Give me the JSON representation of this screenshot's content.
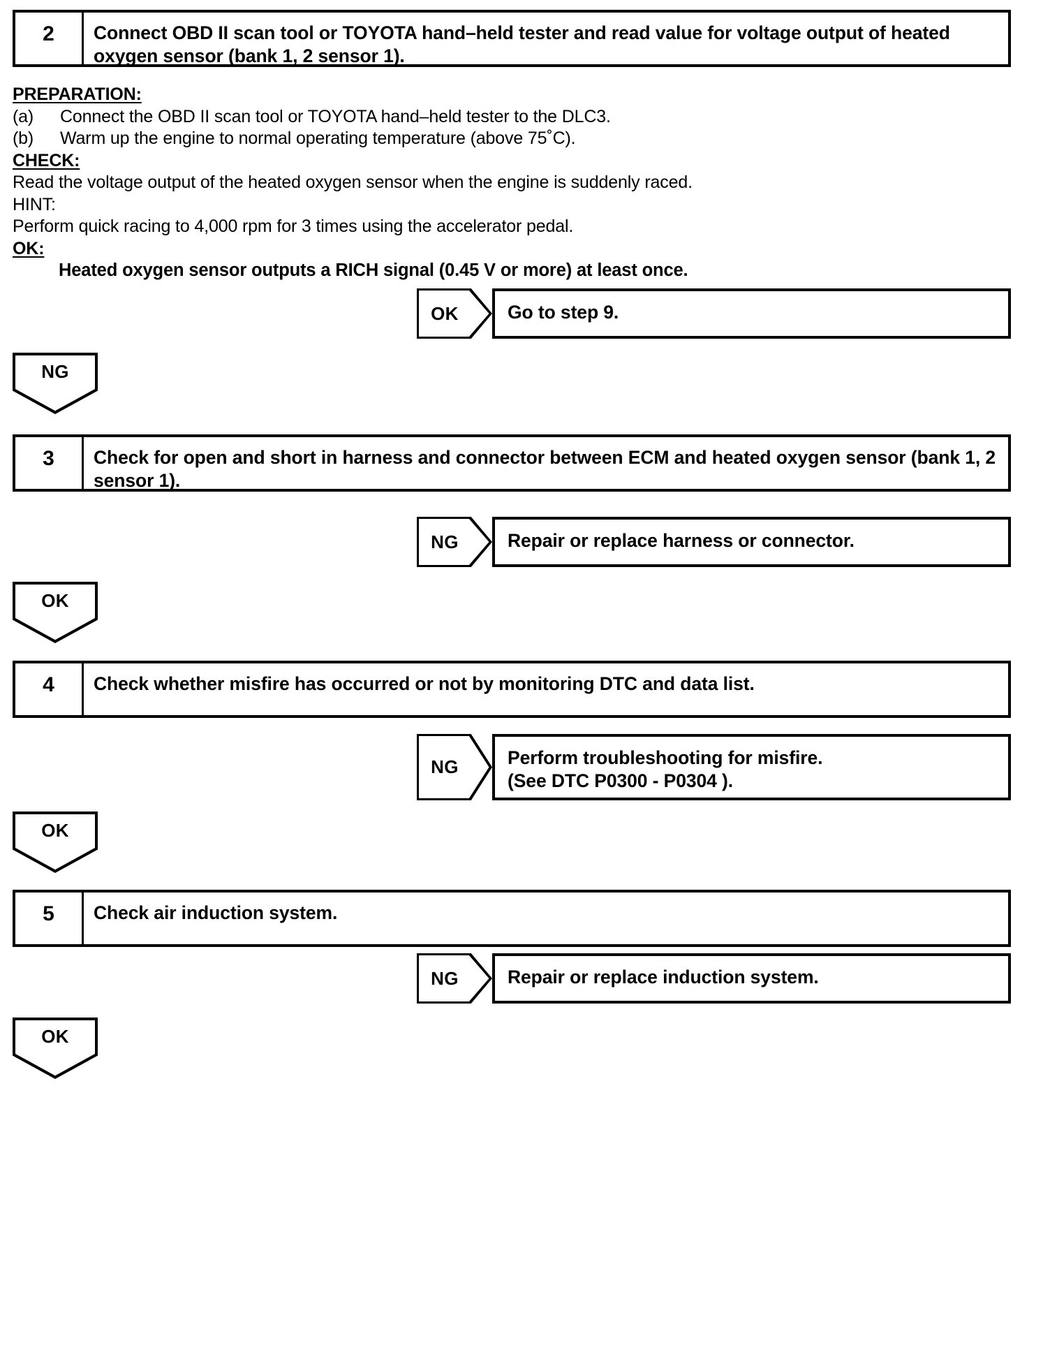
{
  "document": {
    "type": "diagnostic-flowchart",
    "title": "Heated oxygen sensor diagnostic troubleshooting steps"
  },
  "steps": [
    {
      "number": "2",
      "text": "Connect OBD II scan tool or TOYOTA hand–held tester and read value for voltage output of heated oxygen sensor (bank 1, 2 sensor 1)."
    },
    {
      "number": "3",
      "text": "Check for open and short in harness and connector between ECM and heated oxygen sensor (bank 1, 2 sensor 1)."
    },
    {
      "number": "4",
      "text": "Check whether misfire has occurred or not by monitoring DTC and data list."
    },
    {
      "number": "5",
      "text": "Check air induction system."
    }
  ],
  "procedure": {
    "preparation_header": "PREPARATION:",
    "preparation_items": [
      {
        "tag": "(a)",
        "text": "Connect the OBD II scan tool or TOYOTA hand–held tester to the DLC3."
      },
      {
        "tag": "(b)",
        "text": "Warm up the engine to normal operating temperature (above 75˚C)."
      }
    ],
    "check_header": "CHECK:",
    "check_text": "Read the voltage output of the heated oxygen sensor when the engine is suddenly raced.",
    "hint_header": "HINT:",
    "hint_text": "Perform quick racing to 4,000 rpm for 3 times using the accelerator pedal.",
    "ok_header": "OK:",
    "ok_criterion": "Heated oxygen sensor outputs a RICH signal (0.45 V or more) at least once."
  },
  "results": [
    {
      "tag": "OK",
      "line1": "Go to step 9.",
      "line2": ""
    },
    {
      "tag": "NG",
      "line1": "Repair or replace harness or connector.",
      "line2": ""
    },
    {
      "tag": "NG",
      "line1": "Perform troubleshooting for misfire.",
      "line2": "(See DTC P0300 - P0304 )."
    },
    {
      "tag": "NG",
      "line1": "Repair or replace induction system.",
      "line2": ""
    }
  ],
  "flow_tags": [
    {
      "label": "NG"
    },
    {
      "label": "OK"
    },
    {
      "label": "OK"
    },
    {
      "label": "OK"
    }
  ]
}
